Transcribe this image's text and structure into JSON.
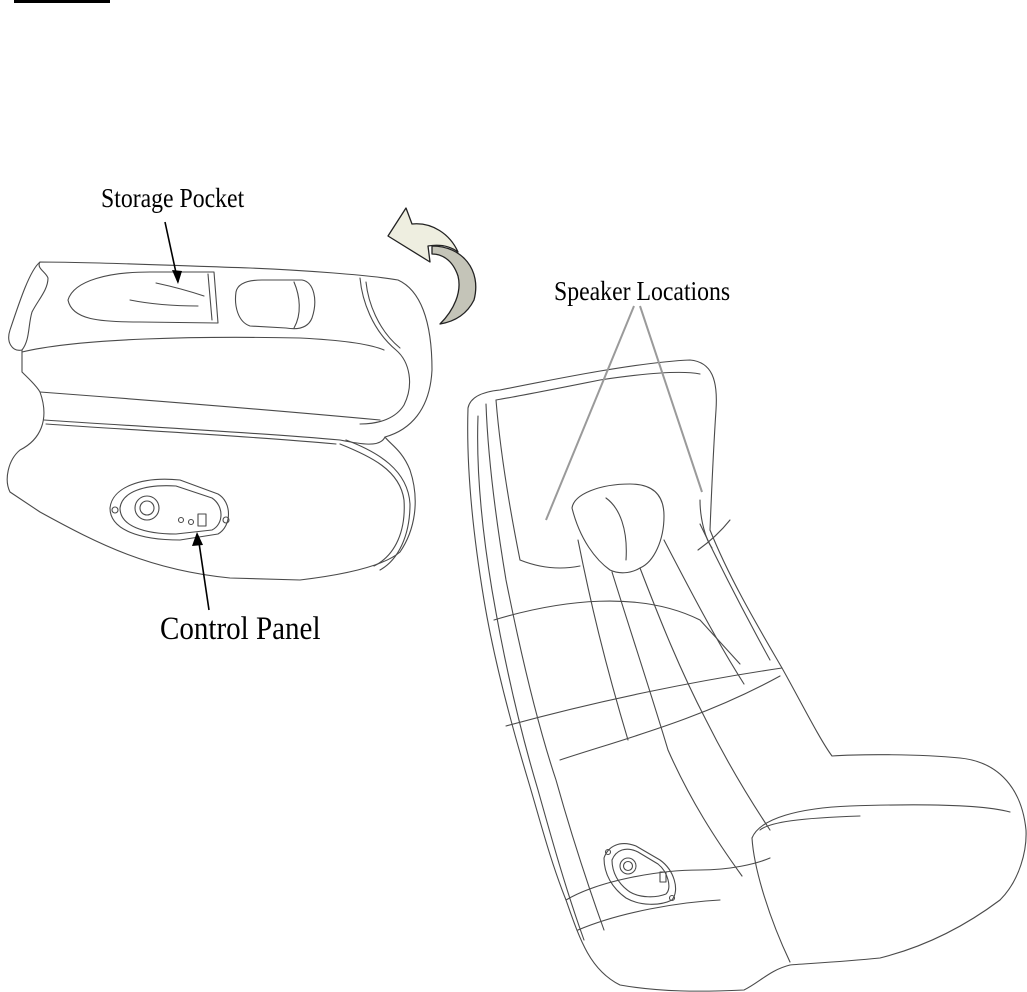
{
  "labels": {
    "storage_pocket": "Storage Pocket",
    "speaker_locations": "Speaker Locations",
    "control_panel": "Control Panel"
  },
  "colors": {
    "line": "#4a4a4a",
    "leader": "#000000",
    "speaker_leader": "#9a9a9a",
    "arrow_front": "#eeeee0",
    "arrow_back": "#c4c4b8"
  },
  "icons": [
    "curved-rotate-arrow-icon",
    "control-knob-icon"
  ]
}
